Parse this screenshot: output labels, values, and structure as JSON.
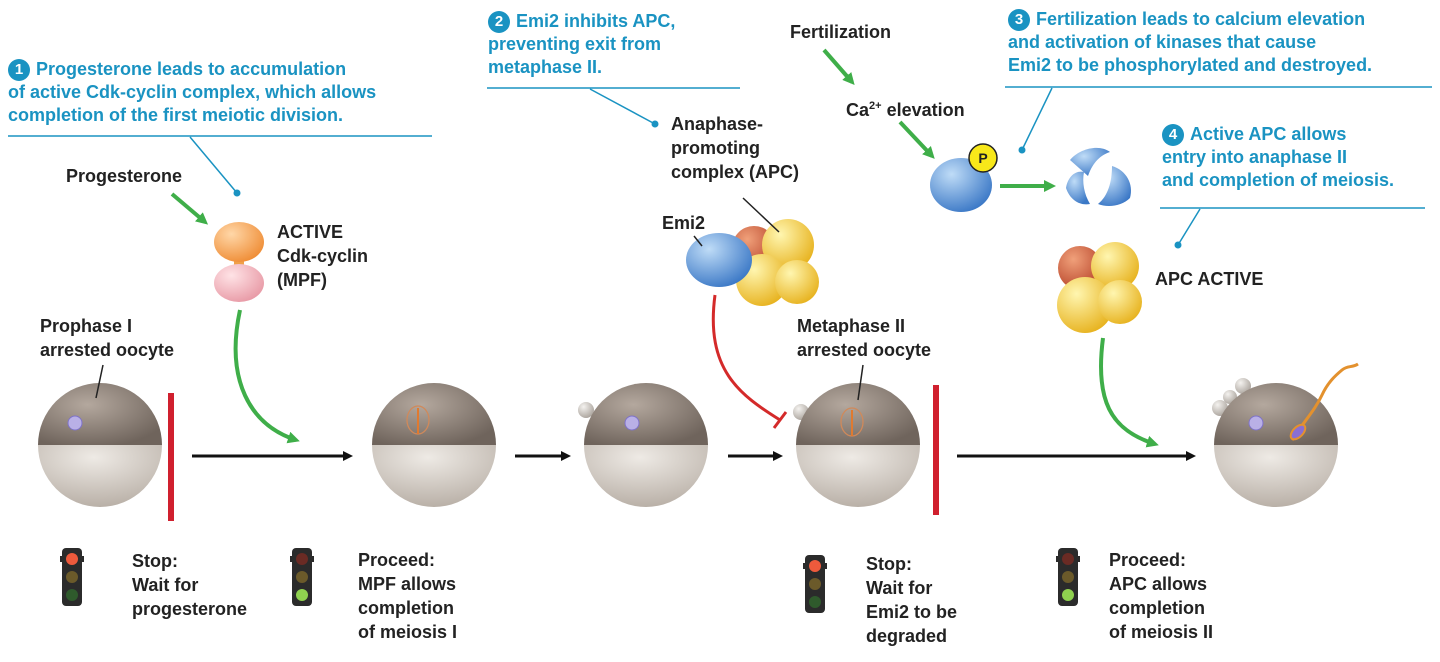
{
  "notes": {
    "note1": {
      "number": "1",
      "lines": [
        "Progesterone leads to accumulation",
        "of active Cdk-cyclin complex, which allows",
        "completion of the first meiotic division."
      ]
    },
    "note2": {
      "number": "2",
      "lines": [
        "Emi2 inhibits APC,",
        "preventing exit from",
        "metaphase II."
      ]
    },
    "note3": {
      "number": "3",
      "lines": [
        "Fertilization leads to calcium elevation",
        "and activation of kinases that cause",
        "Emi2 to be phosphorylated and destroyed."
      ]
    },
    "note4": {
      "number": "4",
      "lines": [
        "Active APC allows",
        "entry into anaphase II",
        "and completion of meiosis."
      ]
    }
  },
  "labels": {
    "progesterone": "Progesterone",
    "active_cdk": [
      "ACTIVE",
      "Cdk-cyclin",
      "(MPF)"
    ],
    "prophase_oocyte": [
      "Prophase I",
      "arrested oocyte"
    ],
    "apc": [
      "Anaphase-",
      "promoting",
      "complex (APC)"
    ],
    "emi2": "Emi2",
    "fertilization": "Fertilization",
    "ca_elevation_prefix": "Ca",
    "ca_elevation_sup": "2+",
    "ca_elevation_suffix": " elevation",
    "phosphate": "P",
    "metaphase_oocyte": [
      "Metaphase II",
      "arrested oocyte"
    ],
    "apc_active": "APC ACTIVE"
  },
  "captions": [
    {
      "title": "Stop:",
      "lines": [
        "Wait for",
        "progesterone"
      ],
      "light": "red"
    },
    {
      "title": "Proceed:",
      "lines": [
        "MPF allows",
        "completion",
        "of meiosis I"
      ],
      "light": "green"
    },
    {
      "title": "Stop:",
      "lines": [
        "Wait for",
        "Emi2 to be",
        "degraded"
      ],
      "light": "red"
    },
    {
      "title": "Proceed:",
      "lines": [
        "APC allows",
        "completion",
        "of meiosis II"
      ],
      "light": "green"
    }
  ],
  "colors": {
    "note_blue": "#1a93c2",
    "arrow_green": "#3fae49",
    "inhibit_red": "#d42a2a",
    "stop_bar_red": "#d0202e",
    "oocyte_top": "#8e8279",
    "oocyte_bottom": "#d9d2cb"
  }
}
